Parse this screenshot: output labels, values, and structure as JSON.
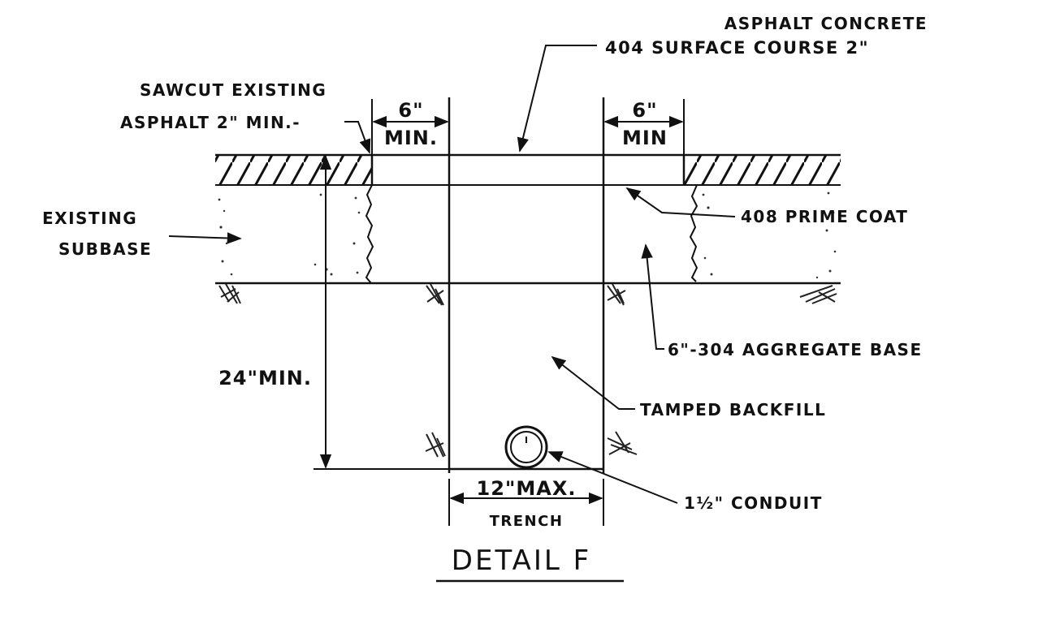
{
  "labels": {
    "asphalt_line1": "ASPHALT CONCRETE",
    "asphalt_line2": "404 SURFACE COURSE 2\"",
    "sawcut_line1": "SAWCUT EXISTING",
    "sawcut_line2": "ASPHALT 2\" MIN.-",
    "min_left_value": "6\"",
    "min_left_word": "MIN.",
    "min_right_value": "6\"",
    "min_right_word": "MIN",
    "existing_line1": "EXISTING",
    "existing_line2": "SUBBASE",
    "prime_coat": "408 PRIME COAT",
    "aggregate_base": "6\"-304 AGGREGATE  BASE",
    "depth": "24\"MIN.",
    "backfill": "TAMPED BACKFILL",
    "conduit": "1½\" CONDUIT",
    "trench_width": "12\"MAX.",
    "trench_word": "TRENCH",
    "title": "DETAIL  F"
  }
}
